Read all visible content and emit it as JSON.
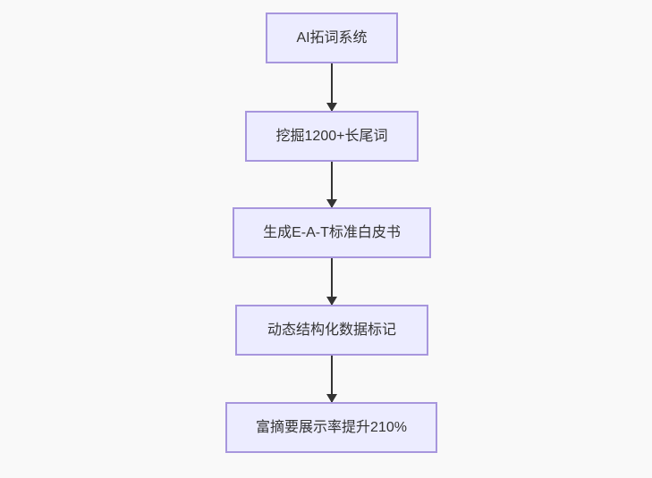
{
  "diagram": {
    "type": "flowchart",
    "direction": "top-down",
    "nodes": [
      {
        "id": "n1",
        "label": "AI拓词系统"
      },
      {
        "id": "n2",
        "label": "挖掘1200+长尾词"
      },
      {
        "id": "n3",
        "label": "生成E-A-T标准白皮书"
      },
      {
        "id": "n4",
        "label": "动态结构化数据标记"
      },
      {
        "id": "n5",
        "label": "富摘要展示率提升210%"
      }
    ],
    "edges": [
      {
        "from": "n1",
        "to": "n2"
      },
      {
        "from": "n2",
        "to": "n3"
      },
      {
        "from": "n3",
        "to": "n4"
      },
      {
        "from": "n4",
        "to": "n5"
      }
    ],
    "colors": {
      "background": "#f9f9f9",
      "node_fill": "#ECECFF",
      "node_border": "#a796dd",
      "arrow": "#333333",
      "text": "#333333"
    }
  }
}
